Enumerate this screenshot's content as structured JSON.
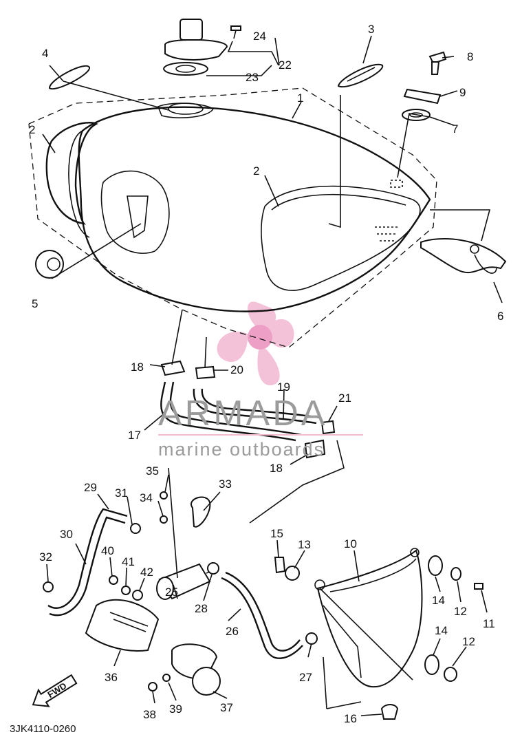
{
  "diagram_code": "3JK4110-0260",
  "fwd_label": "FWD",
  "watermark": {
    "brand": "ARMADA",
    "tagline": "marine outboards",
    "brand_color": "#f0a8c8",
    "text_color": "#9b9b9b"
  },
  "callouts": [
    {
      "id": "c1",
      "text": "1"
    },
    {
      "id": "c2a",
      "text": "2"
    },
    {
      "id": "c2b",
      "text": "2"
    },
    {
      "id": "c3",
      "text": "3"
    },
    {
      "id": "c4",
      "text": "4"
    },
    {
      "id": "c5",
      "text": "5"
    },
    {
      "id": "c6",
      "text": "6"
    },
    {
      "id": "c7",
      "text": "7"
    },
    {
      "id": "c8",
      "text": "8"
    },
    {
      "id": "c9",
      "text": "9"
    },
    {
      "id": "c10",
      "text": "10"
    },
    {
      "id": "c11",
      "text": "11"
    },
    {
      "id": "c12a",
      "text": "12"
    },
    {
      "id": "c12b",
      "text": "12"
    },
    {
      "id": "c13",
      "text": "13"
    },
    {
      "id": "c14a",
      "text": "14"
    },
    {
      "id": "c14b",
      "text": "14"
    },
    {
      "id": "c15",
      "text": "15"
    },
    {
      "id": "c16",
      "text": "16"
    },
    {
      "id": "c17",
      "text": "17"
    },
    {
      "id": "c18a",
      "text": "18"
    },
    {
      "id": "c18b",
      "text": "18"
    },
    {
      "id": "c19",
      "text": "19"
    },
    {
      "id": "c20",
      "text": "20"
    },
    {
      "id": "c21",
      "text": "21"
    },
    {
      "id": "c22",
      "text": "22"
    },
    {
      "id": "c23",
      "text": "23"
    },
    {
      "id": "c24",
      "text": "24"
    },
    {
      "id": "c25",
      "text": "25"
    },
    {
      "id": "c26",
      "text": "26"
    },
    {
      "id": "c27",
      "text": "27"
    },
    {
      "id": "c28",
      "text": "28"
    },
    {
      "id": "c29",
      "text": "29"
    },
    {
      "id": "c30",
      "text": "30"
    },
    {
      "id": "c31",
      "text": "31"
    },
    {
      "id": "c32",
      "text": "32"
    },
    {
      "id": "c33",
      "text": "33"
    },
    {
      "id": "c34",
      "text": "34"
    },
    {
      "id": "c35",
      "text": "35"
    },
    {
      "id": "c36",
      "text": "36"
    },
    {
      "id": "c37",
      "text": "37"
    },
    {
      "id": "c38",
      "text": "38"
    },
    {
      "id": "c39",
      "text": "39"
    },
    {
      "id": "c40",
      "text": "40"
    },
    {
      "id": "c41",
      "text": "41"
    },
    {
      "id": "c42",
      "text": "42"
    }
  ]
}
